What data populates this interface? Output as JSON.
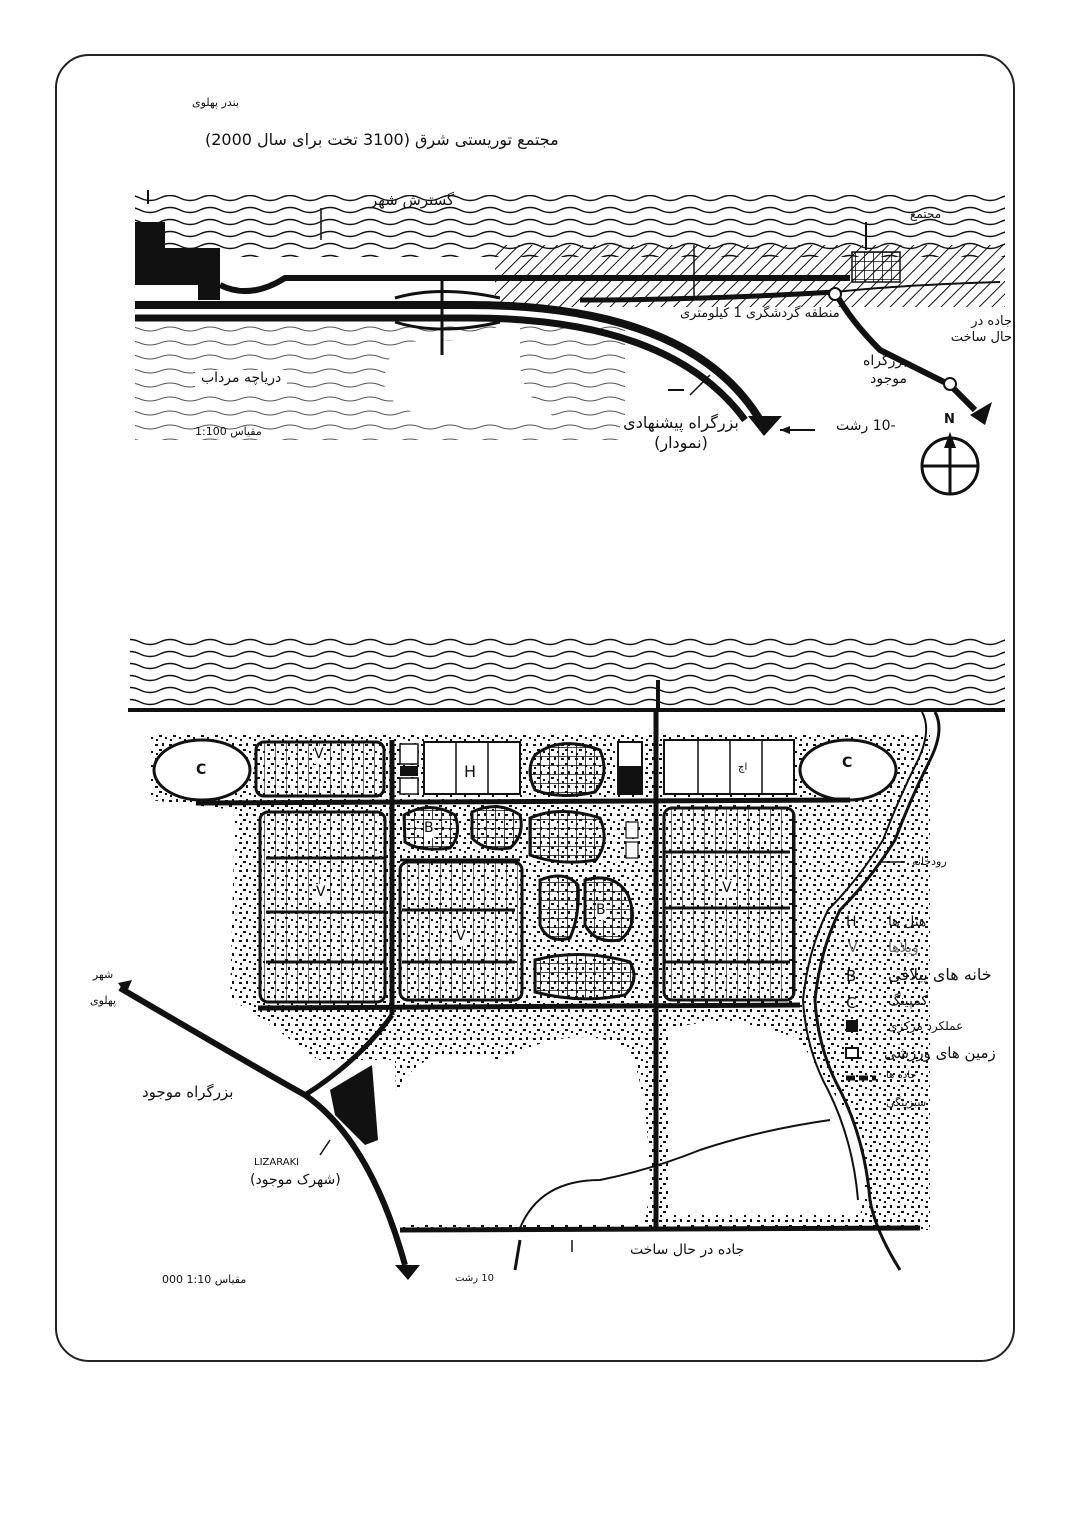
{
  "top_map": {
    "city_name": "بندر پهلوی",
    "title": "مجتمع توریستی شرق (3100 تخت برای سال 2000)",
    "city_expansion": "گسترش شهر",
    "complex": "مجتمع",
    "tourist_zone": "منطقه گردشگری 1 کیلومتری",
    "road_under_construction": "جاده در حال ساخت",
    "existing_highway": "بزرگراه موجود",
    "lagoon": "دریاچه مرداب",
    "proposed_highway": "بزرگراه پیشنهادی (نمودار)",
    "to_rasht": "-10 رشت",
    "scale": "مقیاس 1:100",
    "north": "N"
  },
  "bottom_map": {
    "hotel_mark": "H",
    "villa_mark": "V",
    "cottage_mark": "B",
    "camping_mark": "C",
    "small_note": "اچ",
    "river": "رودخانه",
    "city_pahlavi": "شهر پهلوی",
    "existing_highway": "بزرگراه موجود",
    "lizaraki": "LIZARAKI",
    "existing_town": "(شهرک موجود)",
    "road_under_construction": "جاده در حال ساخت",
    "to_rasht": "10 رشت",
    "scale": "مقیاس 1:10 000"
  },
  "legend": [
    {
      "symbol": "H",
      "label": "هتل ها"
    },
    {
      "symbol": "V",
      "label": "ویلاها"
    },
    {
      "symbol": "B",
      "label": "خانه های ییلاقی"
    },
    {
      "symbol": "C",
      "label": "کمپینگ"
    },
    {
      "symbol": "filled-square-icon",
      "label": "عملکرد مرکزی"
    },
    {
      "symbol": "open-square-icon",
      "label": "زمین های ورزشی"
    },
    {
      "symbol": "dashed-road-icon",
      "label": "جاده ها"
    },
    {
      "symbol": "greenery-icon",
      "label": "سبزینگی"
    }
  ]
}
